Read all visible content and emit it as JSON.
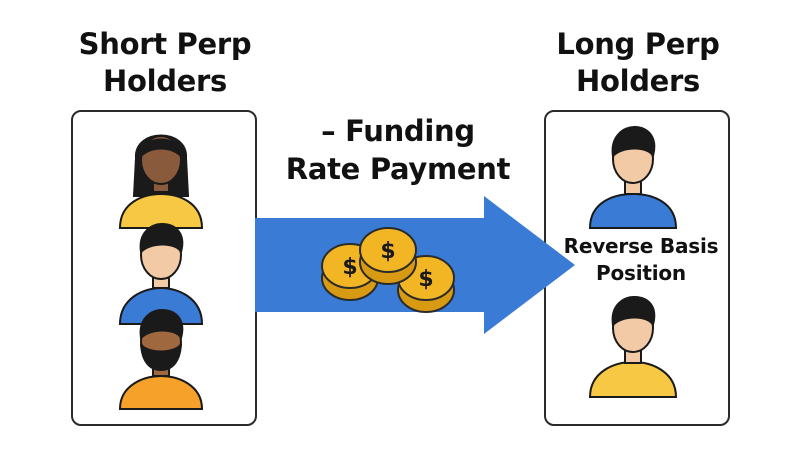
{
  "short_holders": {
    "title_line1": "Short Perp",
    "title_line2": "Holders"
  },
  "long_holders": {
    "title_line1": "Long Perp",
    "title_line2": "Holders"
  },
  "flow": {
    "label_line1": "– Funding",
    "label_line2": "Rate Payment",
    "coin_symbol": "$",
    "arrow_color": "#3a7bd5"
  },
  "position": {
    "label_line1": "Reverse Basis",
    "label_line2": "Position"
  },
  "colors": {
    "yellow_shirt": "#f7c843",
    "blue_shirt": "#3a7bd5",
    "orange_shirt": "#f5a12a",
    "coin": "#f2b624",
    "light_skin": "#f2cba6",
    "dark_skin": "#8a5a3c",
    "medium_skin": "#a0683f",
    "hair": "#1a1a1a"
  }
}
